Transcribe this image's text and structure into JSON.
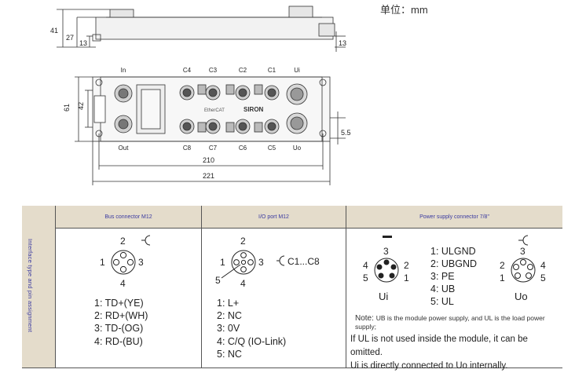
{
  "unit_label": "单位：mm",
  "dimensions": {
    "d41": "41",
    "d27": "27",
    "d13a": "13",
    "d13b": "13",
    "d61": "61",
    "d42": "42",
    "d5_5": "5.5",
    "d210": "210",
    "d221": "221"
  },
  "ports_top": [
    "In",
    "C4",
    "C3",
    "C2",
    "C1",
    "Ui"
  ],
  "ports_bottom": [
    "Out",
    "C8",
    "C7",
    "C6",
    "C5",
    "Uo"
  ],
  "brand": {
    "ethercat": "EtherCAT",
    "logo": "SIRON"
  },
  "table": {
    "side_label": "Interface type and pin assignment",
    "headers": [
      "Bus connector M12",
      "I/O port M12",
      "Power supply connector 7/8\""
    ],
    "bus": {
      "pins": [
        "1: TD+(YE)",
        "2: RD+(WH)",
        "3: TD-(OG)",
        "4: RD-(BU)"
      ],
      "diagram_nums": [
        "1",
        "2",
        "3",
        "4"
      ]
    },
    "io": {
      "pins": [
        "1: L+",
        "2: NC",
        "3: 0V",
        "4: C/Q  (IO-Link)",
        "5: NC"
      ],
      "diagram_nums": [
        "1",
        "2",
        "3",
        "4",
        "5"
      ],
      "range_label": "C1...C8"
    },
    "power": {
      "pins": [
        "1: ULGND",
        "2: UBGND",
        "3: PE",
        "4: UB",
        "5: UL"
      ],
      "ui_nums": [
        "1",
        "2",
        "3",
        "4",
        "5"
      ],
      "uo_nums": [
        "1",
        "2",
        "3",
        "4",
        "5"
      ],
      "ui_label": "Ui",
      "uo_label": "Uo",
      "note_lead": "Note: ",
      "note_text": "UB is the module power supply, and UL is the load power supply;",
      "note_line2": "If UL is not used inside the module, it can be omitted.",
      "note_line3": "Ui is directly connected to Uo internally."
    }
  }
}
